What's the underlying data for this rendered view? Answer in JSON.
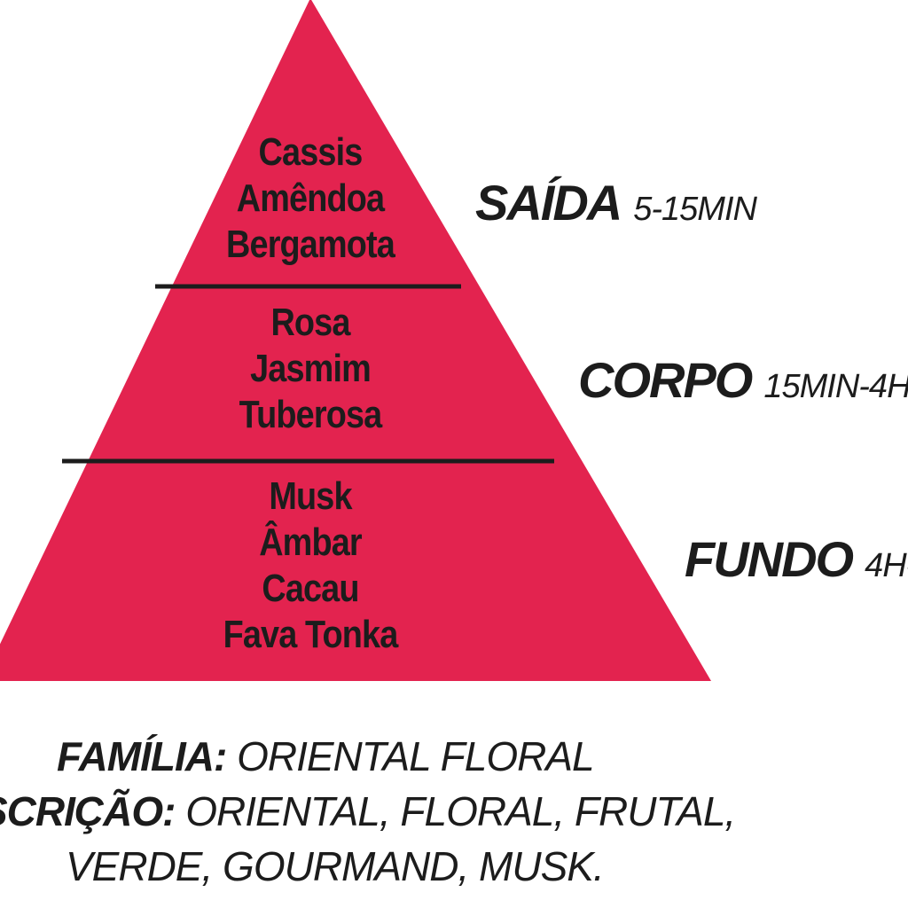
{
  "pyramid": {
    "fill_color": "#e3234f",
    "divider_color": "#1c1c1c",
    "levels": [
      {
        "notes": [
          "Cassis",
          "Amêndoa",
          "Bergamota"
        ],
        "stage": "SAÍDA",
        "duration": "5-15MIN"
      },
      {
        "notes": [
          "Rosa",
          "Jasmim",
          "Tuberosa"
        ],
        "stage": "CORPO",
        "duration": "15MIN-4H"
      },
      {
        "notes": [
          "Musk",
          "Âmbar",
          "Cacau",
          "Fava Tonka"
        ],
        "stage": "FUNDO",
        "duration": "4H-"
      }
    ]
  },
  "info": {
    "family_label": "FAMÍLIA:",
    "family_value": " ORIENTAL FLORAL",
    "description_label": "SCRIÇÃO:",
    "description_value_line1": " ORIENTAL, FLORAL, FRUTAL,",
    "description_value_line2": "VERDE, GOURMAND, MUSK."
  }
}
